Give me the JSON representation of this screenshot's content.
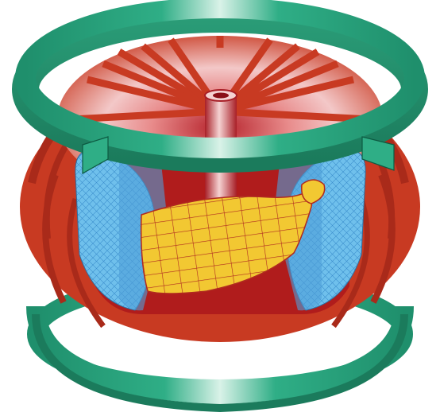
{
  "diagram": {
    "subject": "tokamak",
    "components": [
      {
        "id": "poloidal-field-coil-upper",
        "color_main": "#2fae86",
        "color_light": "#bfe8d9"
      },
      {
        "id": "poloidal-field-coil-lower",
        "color_main": "#2fae86",
        "color_light": "#bfe8d9"
      },
      {
        "id": "toroidal-field-coils",
        "color_main": "#c83a22",
        "color_dark": "#a92a1a",
        "color_light": "#f3c8c8"
      },
      {
        "id": "central-solenoid",
        "color_main": "#c2262e",
        "color_light": "#f5d2d2"
      },
      {
        "id": "vacuum-vessel",
        "color_main": "#6fc0ec",
        "color_grid": "#3b8fcd"
      },
      {
        "id": "plasma",
        "color_main": "#f2c832",
        "color_grid": "#b02a20"
      }
    ]
  }
}
